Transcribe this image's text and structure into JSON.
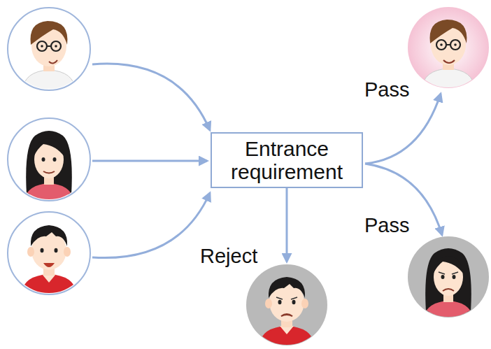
{
  "diagram": {
    "nodes": [
      {
        "text": [
          "Entrance requirement"
        ]
      }
    ],
    "labels": [
      "Pass",
      "Pass",
      "Reject"
    ]
  }
}
